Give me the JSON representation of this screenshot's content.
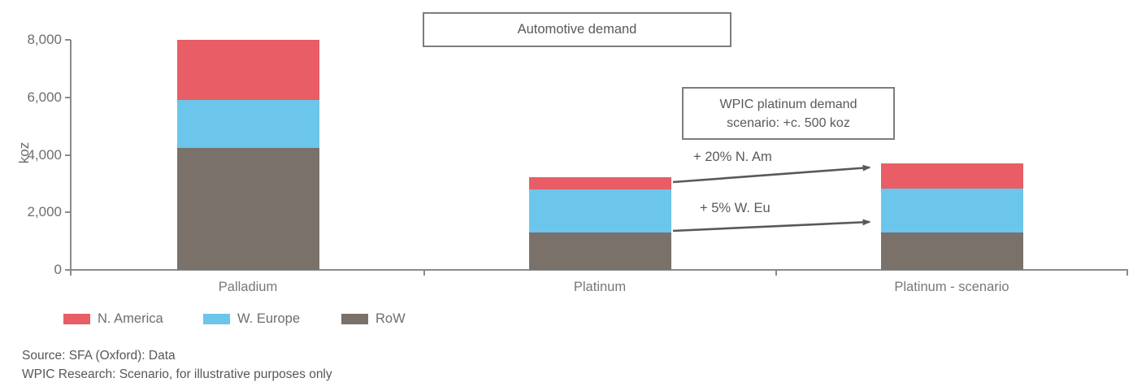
{
  "title": "Automotive demand",
  "y_axis": {
    "label": "koz",
    "ticks": [
      {
        "value": 0,
        "label": "0"
      },
      {
        "value": 2000,
        "label": "2,000"
      },
      {
        "value": 4000,
        "label": "4,000"
      },
      {
        "value": 6000,
        "label": "6,000"
      },
      {
        "value": 8000,
        "label": "8,000"
      }
    ]
  },
  "chart_data": {
    "type": "bar",
    "stacked": true,
    "title": "Automotive demand",
    "ylabel": "koz",
    "ylim": [
      0,
      8000
    ],
    "grid": false,
    "legend_position": "bottom-left",
    "categories": [
      "Palladium",
      "Platinum",
      "Platinum - scenario"
    ],
    "series": [
      {
        "name": "RoW",
        "color": "#7A716A",
        "values": [
          4250,
          1300,
          1300
        ]
      },
      {
        "name": "W. Europe",
        "color": "#6CC5EA",
        "values": [
          1650,
          1500,
          1540
        ]
      },
      {
        "name": "N. America",
        "color": "#E85D66",
        "values": [
          2100,
          430,
          870
        ]
      }
    ],
    "totals_koz": [
      8000,
      3230,
      3710
    ]
  },
  "legend": [
    {
      "label": "N. America",
      "color": "#E85D66"
    },
    {
      "label": "W. Europe",
      "color": "#6CC5EA"
    },
    {
      "label": "RoW",
      "color": "#7A716A"
    }
  ],
  "annotations": {
    "scenario_box_line1": "WPIC platinum demand",
    "scenario_box_line2": "scenario: +c. 500 koz",
    "arrow_north_america": "+ 20% N. Am",
    "arrow_west_europe": "+ 5% W. Eu"
  },
  "footer": {
    "source": "Source: SFA (Oxford): Data",
    "disclaimer": "WPIC Research: Scenario, for illustrative purposes only"
  }
}
